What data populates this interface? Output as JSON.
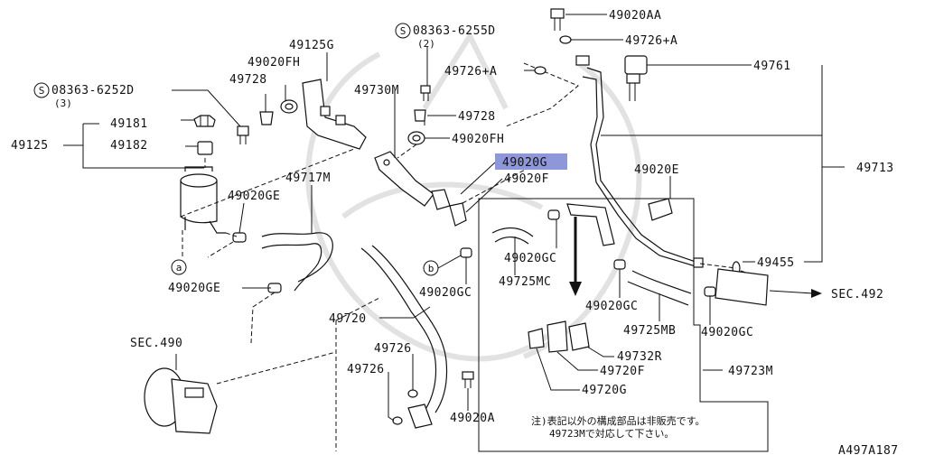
{
  "diagram": {
    "figure_code": "A497A187",
    "labels": {
      "p49020AA": "49020AA",
      "p49726A_top": "49726+A",
      "p49761": "49761",
      "s08363_6255D": "08363-6255D",
      "s08363_6255D_qty": "(2)",
      "p49726A_left": "49726+A",
      "p49125G": "49125G",
      "p49020FH_top": "49020FH",
      "p49728_top": "49728",
      "s08363_6252D": "08363-6252D",
      "s08363_6252D_qty": "(3)",
      "p49730M": "49730M",
      "p49728_mid": "49728",
      "p49181": "49181",
      "p49125": "49125",
      "p49182": "49182",
      "p49020FH_mid": "49020FH",
      "p49713": "49713",
      "p49020G": "49020G",
      "p49020F": "49020F",
      "p49717M": "49717M",
      "p49020E": "49020E",
      "p49020GE_top": "49020GE",
      "p49020GC_a": "49020GC",
      "p49455": "49455",
      "p49020GE_bot": "49020GE",
      "p49020GC_b": "49020GC",
      "p49725MC": "49725MC",
      "p49020GC_c": "49020GC",
      "sec492": "SEC.492",
      "p49720_mid": "49720",
      "p49725MB": "49725MB",
      "p49020GC_d": "49020GC",
      "sec490": "SEC.490",
      "p49726_a": "49726",
      "p49732R": "49732R",
      "p49726_b": "49726",
      "p49720F": "49720F",
      "p49723M": "49723M",
      "p49720G": "49720G",
      "p49020A": "49020A",
      "marker_a": "a",
      "marker_b": "b",
      "marker_s": "S"
    },
    "note": {
      "line1": "注)表記以外の構成部品は非販売です。",
      "line2": "49723Mで対応して下さい。"
    },
    "highlight_color": "#8e98d8"
  }
}
